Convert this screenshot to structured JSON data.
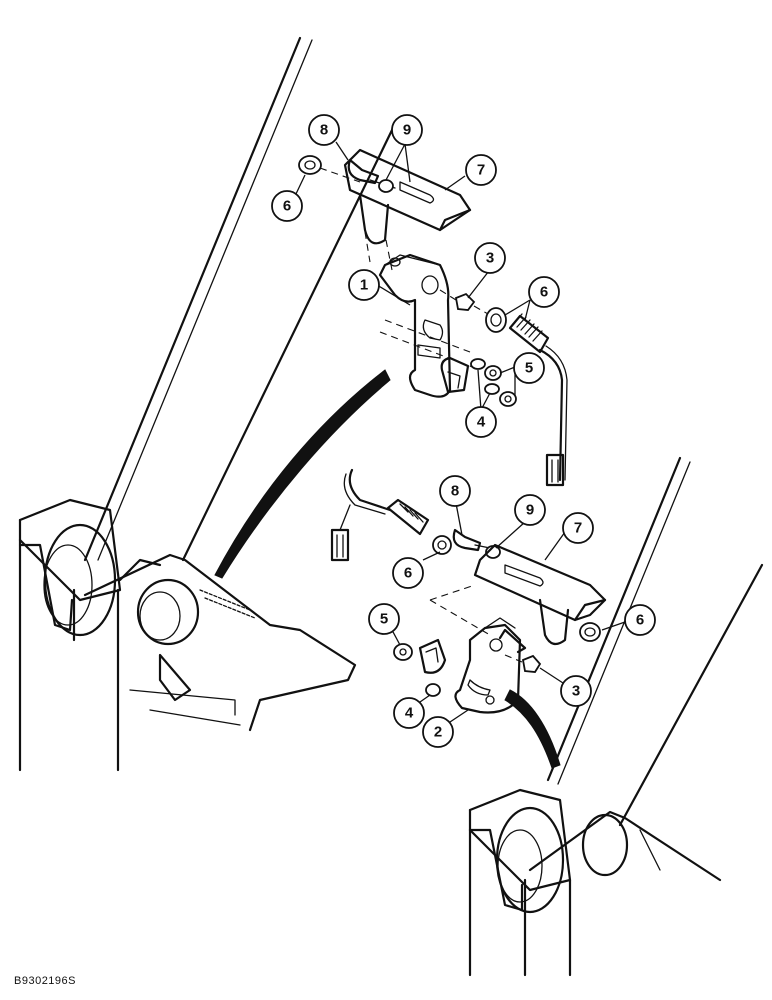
{
  "figure_id": "B9302196S",
  "callouts": [
    {
      "id": "c-upper-8",
      "label": "8"
    },
    {
      "id": "c-upper-9",
      "label": "9"
    },
    {
      "id": "c-upper-7",
      "label": "7"
    },
    {
      "id": "c-upper-6a",
      "label": "6"
    },
    {
      "id": "c-upper-3",
      "label": "3"
    },
    {
      "id": "c-upper-6b",
      "label": "6"
    },
    {
      "id": "c-upper-1",
      "label": "1"
    },
    {
      "id": "c-upper-5",
      "label": "5"
    },
    {
      "id": "c-upper-4",
      "label": "4"
    },
    {
      "id": "c-lower-8",
      "label": "8"
    },
    {
      "id": "c-lower-9",
      "label": "9"
    },
    {
      "id": "c-lower-7",
      "label": "7"
    },
    {
      "id": "c-lower-6a",
      "label": "6"
    },
    {
      "id": "c-lower-6b",
      "label": "6"
    },
    {
      "id": "c-lower-5",
      "label": "5"
    },
    {
      "id": "c-lower-3",
      "label": "3"
    },
    {
      "id": "c-lower-4",
      "label": "4"
    },
    {
      "id": "c-lower-2",
      "label": "2"
    }
  ],
  "accent_color": "#111111"
}
